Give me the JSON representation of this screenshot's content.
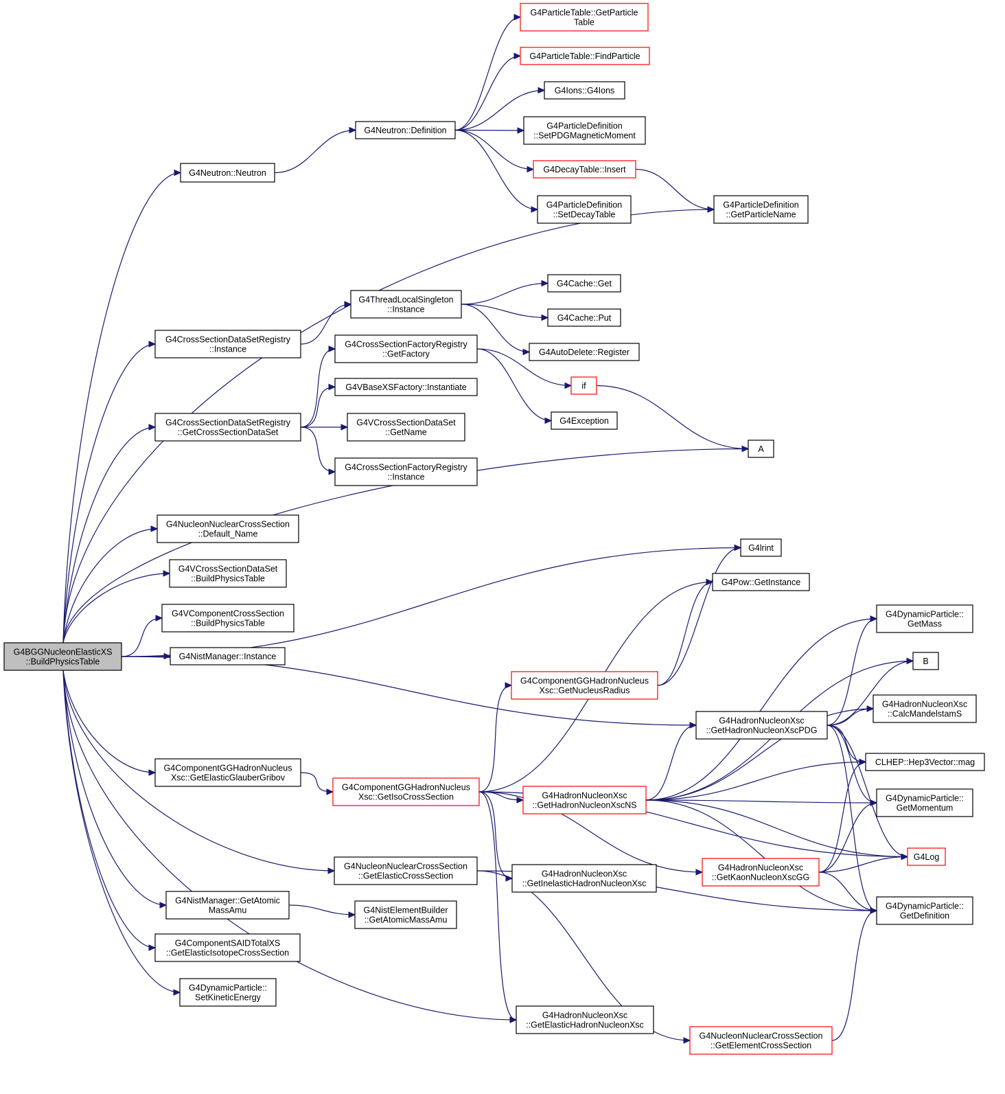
{
  "graph": {
    "type": "call-graph",
    "colors": {
      "edge": "#191970",
      "root_fill": "#bfbfbf",
      "border": "#000000",
      "red_border": "#ff0000"
    },
    "nodes": [
      {
        "id": "root",
        "label": [
          "G4BGGNucleonElasticXS",
          "::BuildPhysicsTable"
        ],
        "style": "root"
      },
      {
        "id": "neutron_neutron",
        "label": [
          "G4Neutron::Neutron"
        ],
        "style": "normal"
      },
      {
        "id": "neutron_definition",
        "label": [
          "G4Neutron::Definition"
        ],
        "style": "normal"
      },
      {
        "id": "pt_getparticletable",
        "label": [
          "G4ParticleTable::GetParticle",
          "Table"
        ],
        "style": "red"
      },
      {
        "id": "pt_findparticle",
        "label": [
          "G4ParticleTable::FindParticle"
        ],
        "style": "red"
      },
      {
        "id": "g4ions",
        "label": [
          "G4Ions::G4Ions"
        ],
        "style": "normal"
      },
      {
        "id": "pd_setpdgmag",
        "label": [
          "G4ParticleDefinition",
          "::SetPDGMagneticMoment"
        ],
        "style": "normal"
      },
      {
        "id": "decaytable_insert",
        "label": [
          "G4DecayTable::Insert"
        ],
        "style": "red"
      },
      {
        "id": "pd_setdecaytable",
        "label": [
          "G4ParticleDefinition",
          "::SetDecayTable"
        ],
        "style": "normal"
      },
      {
        "id": "pd_getparticlename",
        "label": [
          "G4ParticleDefinition",
          "::GetParticleName"
        ],
        "style": "normal"
      },
      {
        "id": "tls_instance",
        "label": [
          "G4ThreadLocalSingleton",
          "::Instance"
        ],
        "style": "normal"
      },
      {
        "id": "cache_get",
        "label": [
          "G4Cache::Get"
        ],
        "style": "normal"
      },
      {
        "id": "cache_put",
        "label": [
          "G4Cache::Put"
        ],
        "style": "normal"
      },
      {
        "id": "autodelete_register",
        "label": [
          "G4AutoDelete::Register"
        ],
        "style": "normal"
      },
      {
        "id": "csdsr_instance",
        "label": [
          "G4CrossSectionDataSetRegistry",
          "::Instance"
        ],
        "style": "normal"
      },
      {
        "id": "csfr_getfactory",
        "label": [
          "G4CrossSectionFactoryRegistry",
          "::GetFactory"
        ],
        "style": "normal"
      },
      {
        "id": "if_node",
        "label": [
          "if"
        ],
        "style": "red"
      },
      {
        "id": "g4exception",
        "label": [
          "G4Exception"
        ],
        "style": "normal"
      },
      {
        "id": "vbxsf_instantiate",
        "label": [
          "G4VBaseXSFactory::Instantiate"
        ],
        "style": "normal"
      },
      {
        "id": "csdsr_getcsds",
        "label": [
          "G4CrossSectionDataSetRegistry",
          "::GetCrossSectionDataSet"
        ],
        "style": "normal"
      },
      {
        "id": "vcsds_getname",
        "label": [
          "G4VCrossSectionDataSet",
          "::GetName"
        ],
        "style": "normal"
      },
      {
        "id": "a_node",
        "label": [
          "A"
        ],
        "style": "normal"
      },
      {
        "id": "csfr_instance",
        "label": [
          "G4CrossSectionFactoryRegistry",
          "::Instance"
        ],
        "style": "normal"
      },
      {
        "id": "nncs_default_name",
        "label": [
          "G4NucleonNuclearCrossSection",
          "::Default_Name"
        ],
        "style": "normal"
      },
      {
        "id": "vcsds_buildphysicstable",
        "label": [
          "G4VCrossSectionDataSet",
          "::BuildPhysicsTable"
        ],
        "style": "normal"
      },
      {
        "id": "vccs_buildphysicstable",
        "label": [
          "G4VComponentCrossSection",
          "::BuildPhysicsTable"
        ],
        "style": "normal"
      },
      {
        "id": "nist_instance",
        "label": [
          "G4NistManager::Instance"
        ],
        "style": "normal"
      },
      {
        "id": "g4lrint",
        "label": [
          "G4lrint"
        ],
        "style": "normal"
      },
      {
        "id": "pow_getinstance",
        "label": [
          "G4Pow::GetInstance"
        ],
        "style": "normal"
      },
      {
        "id": "dp_getmass",
        "label": [
          "G4DynamicParticle::",
          "GetMass"
        ],
        "style": "normal"
      },
      {
        "id": "b_node",
        "label": [
          "B"
        ],
        "style": "normal"
      },
      {
        "id": "ccgg_getnucleusradius",
        "label": [
          "G4ComponentGGHadronNucleus",
          "Xsc::GetNucleusRadius"
        ],
        "style": "red"
      },
      {
        "id": "hnx_calcmandelstam",
        "label": [
          "G4HadronNucleonXsc",
          "::CalcMandelstamS"
        ],
        "style": "normal"
      },
      {
        "id": "hnx_getpdg",
        "label": [
          "G4HadronNucleonXsc",
          "::GetHadronNucleonXscPDG"
        ],
        "style": "normal"
      },
      {
        "id": "hep3_mag",
        "label": [
          "CLHEP::Hep3Vector::mag"
        ],
        "style": "normal"
      },
      {
        "id": "ccgg_getelasticgg",
        "label": [
          "G4ComponentGGHadronNucleus",
          "Xsc::GetElasticGlauberGribov"
        ],
        "style": "normal"
      },
      {
        "id": "ccgg_getisocs",
        "label": [
          "G4ComponentGGHadronNucleus",
          "Xsc::GetIsoCrossSection"
        ],
        "style": "red"
      },
      {
        "id": "hnx_getns",
        "label": [
          "G4HadronNucleonXsc",
          "::GetHadronNucleonXscNS"
        ],
        "style": "red"
      },
      {
        "id": "dp_getmomentum",
        "label": [
          "G4DynamicParticle::",
          "GetMomentum"
        ],
        "style": "normal"
      },
      {
        "id": "g4log",
        "label": [
          "G4Log"
        ],
        "style": "red"
      },
      {
        "id": "nncs_getelasticcs",
        "label": [
          "G4NucleonNuclearCrossSection",
          "::GetElasticCrossSection"
        ],
        "style": "normal"
      },
      {
        "id": "hnx_getinelastic",
        "label": [
          "G4HadronNucleonXsc",
          "::GetInelasticHadronNucleonXsc"
        ],
        "style": "normal"
      },
      {
        "id": "hnx_getkaon",
        "label": [
          "G4HadronNucleonXsc",
          "::GetKaonNucleonXscGG"
        ],
        "style": "red"
      },
      {
        "id": "nist_getatomicmassamu",
        "label": [
          "G4NistManager::GetAtomic",
          "MassAmu"
        ],
        "style": "normal"
      },
      {
        "id": "neb_getatomicmassamu",
        "label": [
          "G4NistElementBuilder",
          "::GetAtomicMassAmu"
        ],
        "style": "normal"
      },
      {
        "id": "dp_getdefinition",
        "label": [
          "G4DynamicParticle::",
          "GetDefinition"
        ],
        "style": "normal"
      },
      {
        "id": "csaid_getelasticiso",
        "label": [
          "G4ComponentSAIDTotalXS",
          "::GetElasticIsotopeCrossSection"
        ],
        "style": "normal"
      },
      {
        "id": "dp_setkineticenergy",
        "label": [
          "G4DynamicParticle::",
          "SetKineticEnergy"
        ],
        "style": "normal"
      },
      {
        "id": "hnx_getelastic",
        "label": [
          "G4HadronNucleonXsc",
          "::GetElasticHadronNucleonXsc"
        ],
        "style": "normal"
      },
      {
        "id": "nncs_getelementcs",
        "label": [
          "G4NucleonNuclearCrossSection",
          "::GetElementCrossSection"
        ],
        "style": "red"
      }
    ],
    "edges": [
      [
        "root",
        "neutron_neutron"
      ],
      [
        "root",
        "pd_getparticlename"
      ],
      [
        "root",
        "csdsr_instance"
      ],
      [
        "root",
        "csdsr_getcsds"
      ],
      [
        "root",
        "a_node"
      ],
      [
        "root",
        "nncs_default_name"
      ],
      [
        "root",
        "vcsds_buildphysicstable"
      ],
      [
        "root",
        "vccs_buildphysicstable"
      ],
      [
        "root",
        "nist_instance"
      ],
      [
        "root",
        "g4lrint"
      ],
      [
        "root",
        "hnx_getpdg"
      ],
      [
        "root",
        "ccgg_getelasticgg"
      ],
      [
        "root",
        "hnx_getelastic"
      ],
      [
        "root",
        "nncs_getelasticcs"
      ],
      [
        "root",
        "nist_getatomicmassamu"
      ],
      [
        "root",
        "csaid_getelasticiso"
      ],
      [
        "root",
        "dp_setkineticenergy"
      ],
      [
        "neutron_neutron",
        "neutron_definition"
      ],
      [
        "neutron_definition",
        "pt_getparticletable"
      ],
      [
        "neutron_definition",
        "pt_findparticle"
      ],
      [
        "neutron_definition",
        "g4ions"
      ],
      [
        "neutron_definition",
        "pd_setpdgmag"
      ],
      [
        "neutron_definition",
        "decaytable_insert"
      ],
      [
        "neutron_definition",
        "pd_setdecaytable"
      ],
      [
        "decaytable_insert",
        "pd_getparticlename"
      ],
      [
        "csdsr_instance",
        "tls_instance"
      ],
      [
        "tls_instance",
        "cache_get"
      ],
      [
        "tls_instance",
        "cache_put"
      ],
      [
        "tls_instance",
        "autodelete_register"
      ],
      [
        "csdsr_getcsds",
        "csfr_getfactory"
      ],
      [
        "csdsr_getcsds",
        "vbxsf_instantiate"
      ],
      [
        "csdsr_getcsds",
        "vcsds_getname"
      ],
      [
        "csdsr_getcsds",
        "csfr_instance"
      ],
      [
        "csfr_getfactory",
        "if_node"
      ],
      [
        "csfr_getfactory",
        "g4exception"
      ],
      [
        "if_node",
        "a_node"
      ],
      [
        "ccgg_getelasticgg",
        "ccgg_getisocs"
      ],
      [
        "ccgg_getisocs",
        "ccgg_getnucleusradius"
      ],
      [
        "ccgg_getisocs",
        "pow_getinstance"
      ],
      [
        "ccgg_getisocs",
        "hnx_getns"
      ],
      [
        "ccgg_getisocs",
        "hnx_getinelastic"
      ],
      [
        "ccgg_getisocs",
        "hnx_getkaon"
      ],
      [
        "ccgg_getisocs",
        "hnx_getelastic"
      ],
      [
        "ccgg_getisocs",
        "g4log"
      ],
      [
        "ccgg_getnucleusradius",
        "g4lrint"
      ],
      [
        "ccgg_getnucleusradius",
        "pow_getinstance"
      ],
      [
        "hnx_getns",
        "hnx_getpdg"
      ],
      [
        "hnx_getns",
        "dp_getmass"
      ],
      [
        "hnx_getns",
        "b_node"
      ],
      [
        "hnx_getns",
        "hnx_calcmandelstam"
      ],
      [
        "hnx_getns",
        "hep3_mag"
      ],
      [
        "hnx_getns",
        "dp_getmomentum"
      ],
      [
        "hnx_getns",
        "g4log"
      ],
      [
        "hnx_getns",
        "dp_getdefinition"
      ],
      [
        "hnx_getpdg",
        "dp_getmass"
      ],
      [
        "hnx_getpdg",
        "b_node"
      ],
      [
        "hnx_getpdg",
        "hnx_calcmandelstam"
      ],
      [
        "hnx_getpdg",
        "hep3_mag"
      ],
      [
        "hnx_getpdg",
        "dp_getmomentum"
      ],
      [
        "hnx_getpdg",
        "g4log"
      ],
      [
        "hnx_getpdg",
        "dp_getdefinition"
      ],
      [
        "hnx_getkaon",
        "hep3_mag"
      ],
      [
        "hnx_getkaon",
        "dp_getmomentum"
      ],
      [
        "hnx_getkaon",
        "g4log"
      ],
      [
        "hnx_getkaon",
        "dp_getdefinition"
      ],
      [
        "nncs_getelasticcs",
        "dp_getdefinition"
      ],
      [
        "nncs_getelasticcs",
        "nncs_getelementcs"
      ],
      [
        "nncs_getelementcs",
        "dp_getdefinition"
      ],
      [
        "nist_getatomicmassamu",
        "neb_getatomicmassamu"
      ]
    ]
  }
}
